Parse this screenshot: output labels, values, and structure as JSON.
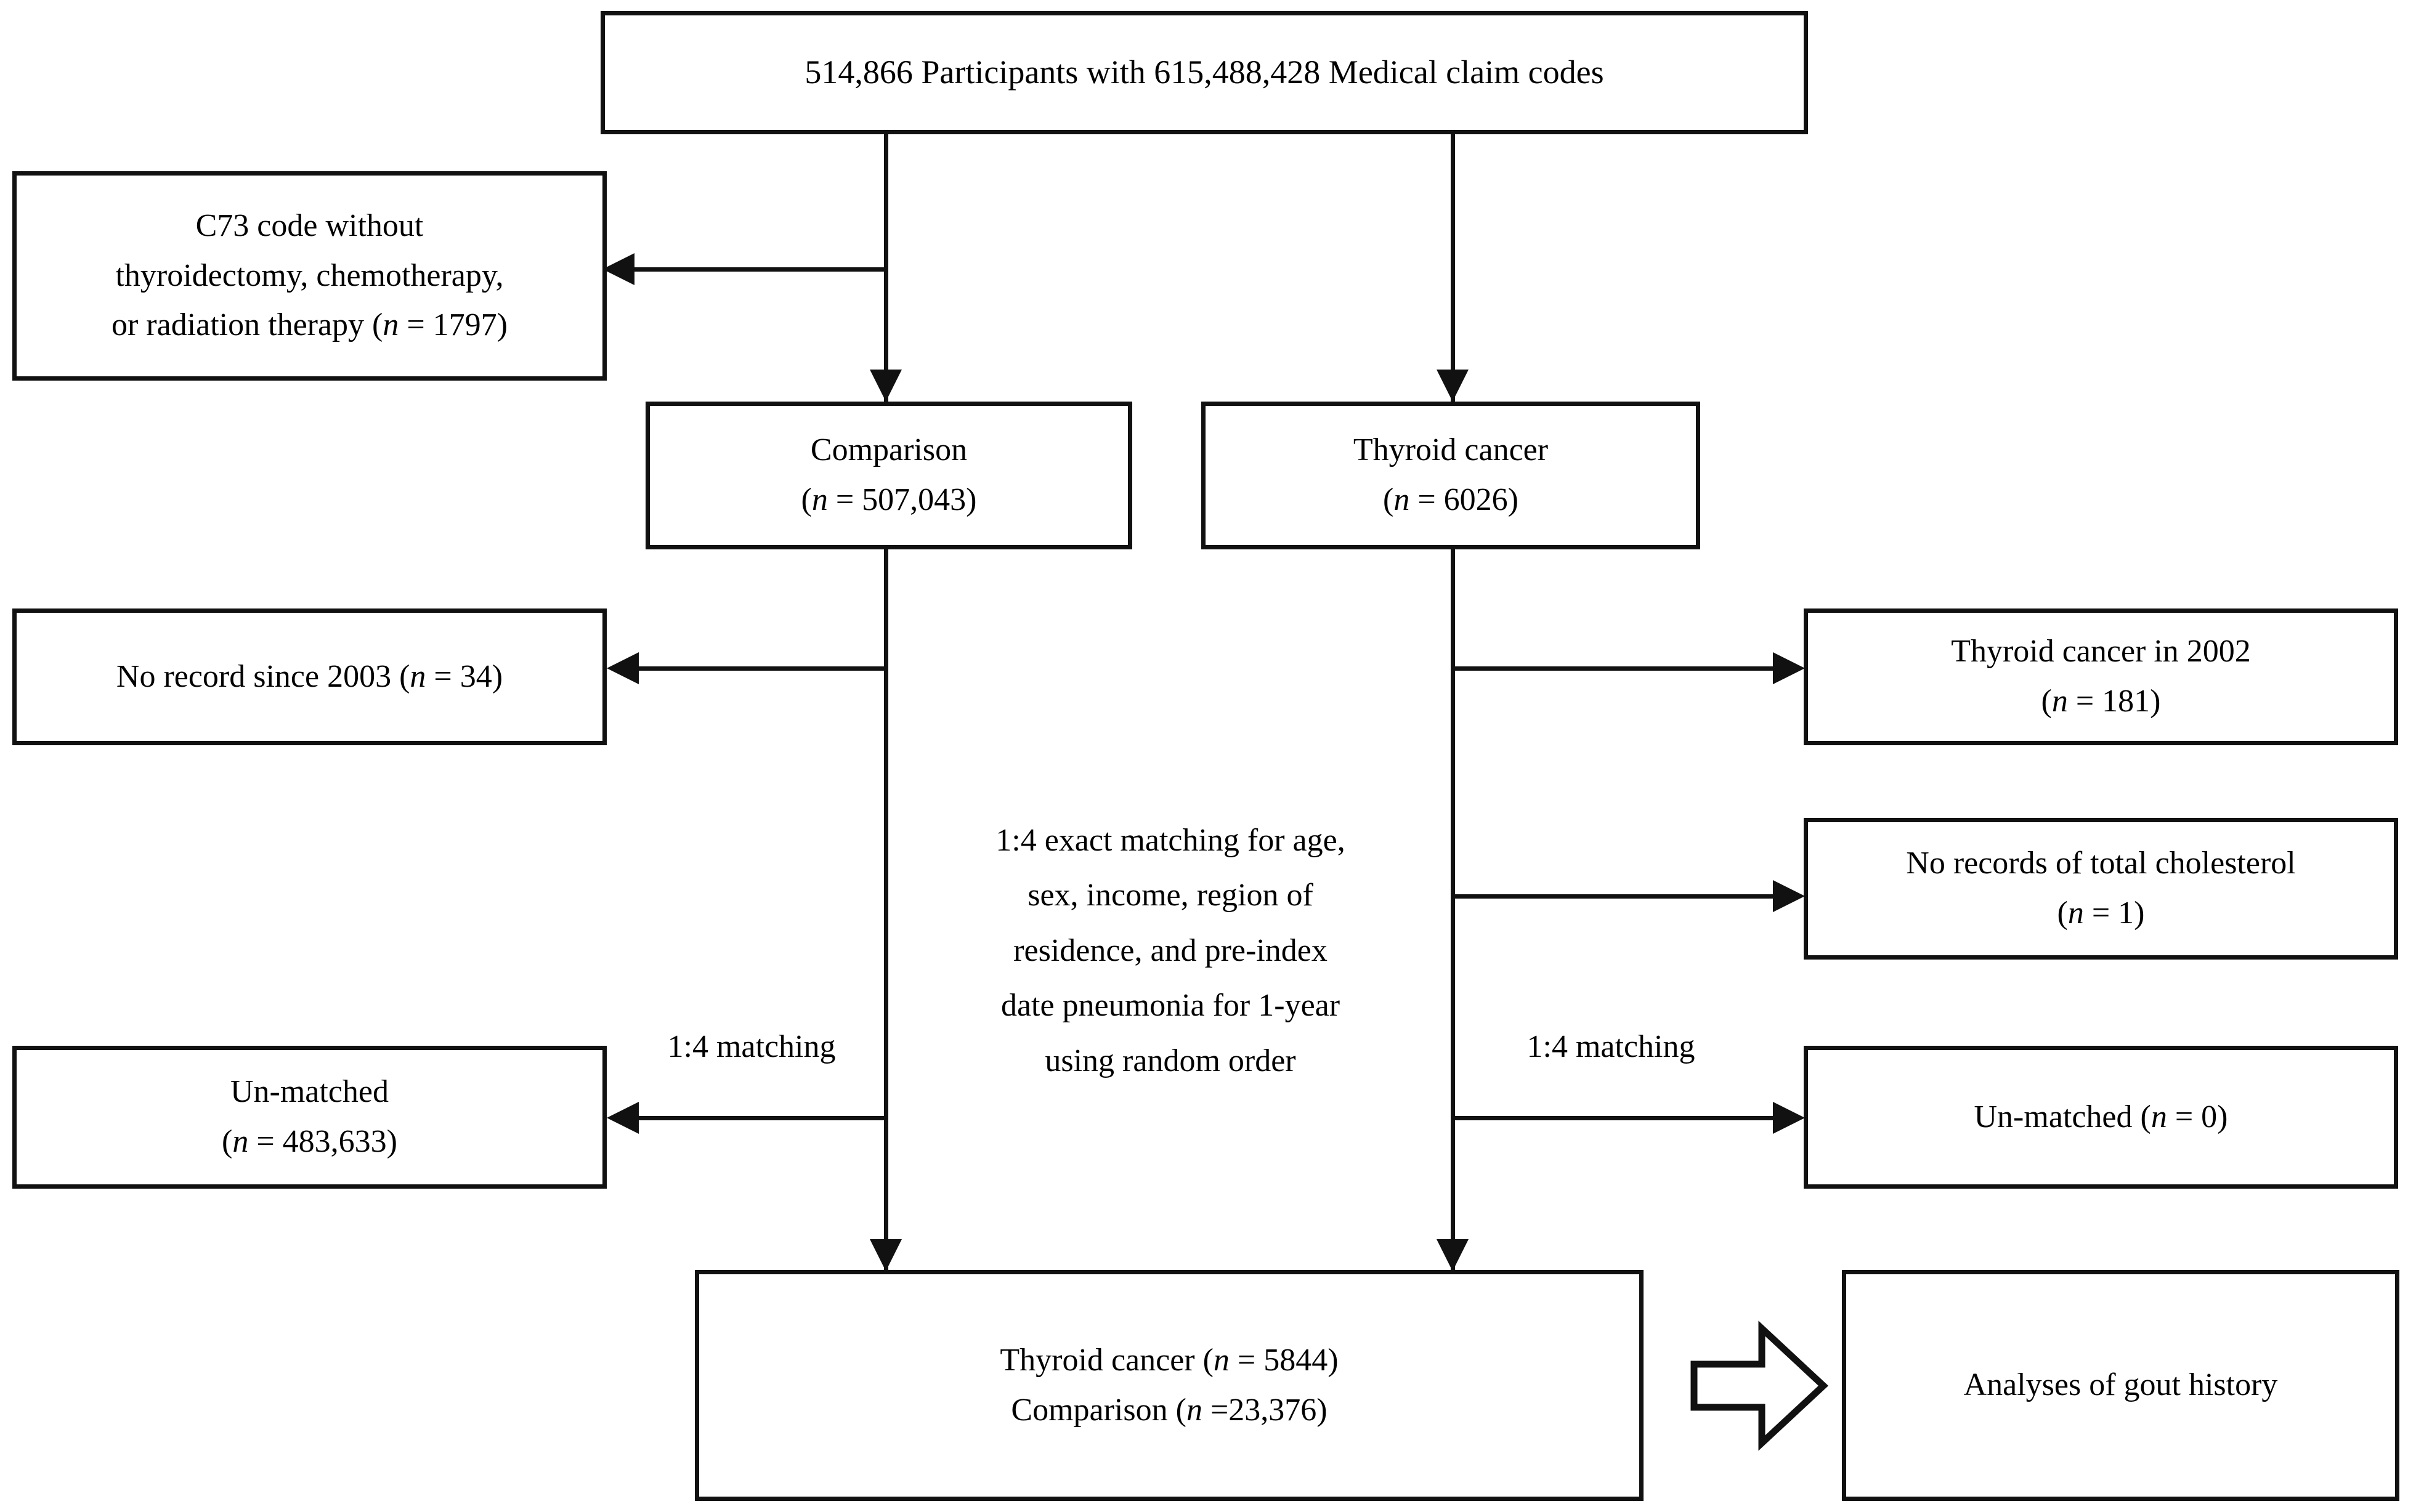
{
  "diagram": {
    "title": "Study participant selection flowchart",
    "type": "flowchart",
    "colors": {
      "line": "#111111",
      "box_fill": "#ffffff",
      "text": "#000000"
    },
    "nodes": {
      "source": {
        "label": "514,866 Participants with  615,488,428 Medical claim codes"
      },
      "exclude_c73": {
        "line1": "C73 code without",
        "line2": "thyroidectomy, chemotherapy,",
        "line3_pre": "or radiation therapy (",
        "line3_var": "n",
        "line3_post": " = 1797)"
      },
      "comparison": {
        "line1": "Comparison",
        "line2_pre": "(",
        "line2_var": "n",
        "line2_post": " = 507,043)"
      },
      "thyroid_cancer": {
        "line1": "Thyroid cancer",
        "line2_pre": "(",
        "line2_var": "n",
        "line2_post": " = 6026)"
      },
      "no_record_2003": {
        "line1_pre": "No record since 2003 (",
        "line1_var": "n",
        "line1_post": " = 34)"
      },
      "thyroid_cancer_2002": {
        "line1": "Thyroid cancer in 2002",
        "line2_pre": "(",
        "line2_var": "n",
        "line2_post": " = 181)"
      },
      "no_cholesterol": {
        "line1": "No records of total cholesterol",
        "line2_pre": "(",
        "line2_var": "n",
        "line2_post": " = 1)"
      },
      "unmatched_left": {
        "line1": "Un-matched",
        "line2_pre": "(",
        "line2_var": "n",
        "line2_post": " = 483,633)"
      },
      "unmatched_right": {
        "line1_pre": "Un-matched (",
        "line1_var": "n",
        "line1_post": " = 0)"
      },
      "final_cohort": {
        "line1_pre": "Thyroid cancer (",
        "line1_var": "n",
        "line1_post": " = 5844)",
        "line2_pre": "Comparison (",
        "line2_var": "n",
        "line2_post": " =23,376)"
      },
      "analyses": {
        "label": "Analyses of gout history"
      }
    },
    "annotations": {
      "matching_note": {
        "line1": "1:4  exact matching for age,",
        "line2": "sex, income, region of",
        "line3": "residence, and pre-index",
        "line4": "date pneumonia for 1-year",
        "line5": "using random order"
      },
      "matching_label_left": "1:4 matching",
      "matching_label_right": "1:4 matching"
    }
  }
}
